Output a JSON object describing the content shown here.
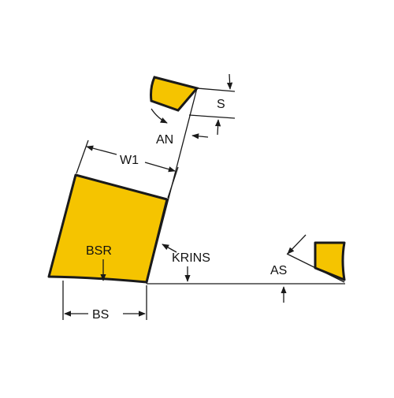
{
  "colors": {
    "insert_fill": "#F5C400",
    "outline": "#1a1a1a",
    "background": "#ffffff"
  },
  "labels": {
    "s": "S",
    "an": "AN",
    "w1": "W1",
    "bsr": "BSR",
    "krins": "KRINS",
    "as": "AS",
    "bs": "BS"
  }
}
